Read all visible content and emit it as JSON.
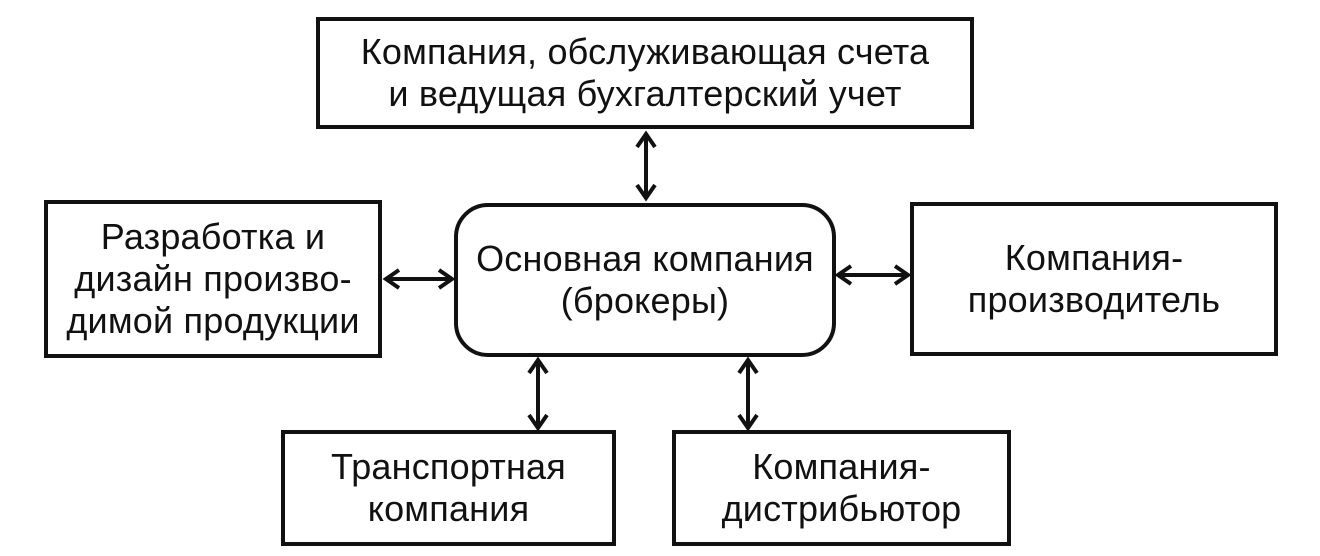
{
  "nodes": {
    "accounting": "Компания, обслуживающая счета\nи ведущая бухгалтерский учет",
    "design": "Разработка и\nдизайн произво-\nдимой продукции",
    "core": "Основная компания\n(брокеры)",
    "producer": "Компания-\nпроизводитель",
    "transport": "Транспортная\nкомпания",
    "distributor": "Компания-\nдистрибьютор"
  },
  "edges": [
    {
      "from": "core",
      "to": "accounting",
      "direction": "both"
    },
    {
      "from": "core",
      "to": "design",
      "direction": "both"
    },
    {
      "from": "core",
      "to": "producer",
      "direction": "both"
    },
    {
      "from": "core",
      "to": "transport",
      "direction": "both"
    },
    {
      "from": "core",
      "to": "distributor",
      "direction": "both"
    }
  ]
}
